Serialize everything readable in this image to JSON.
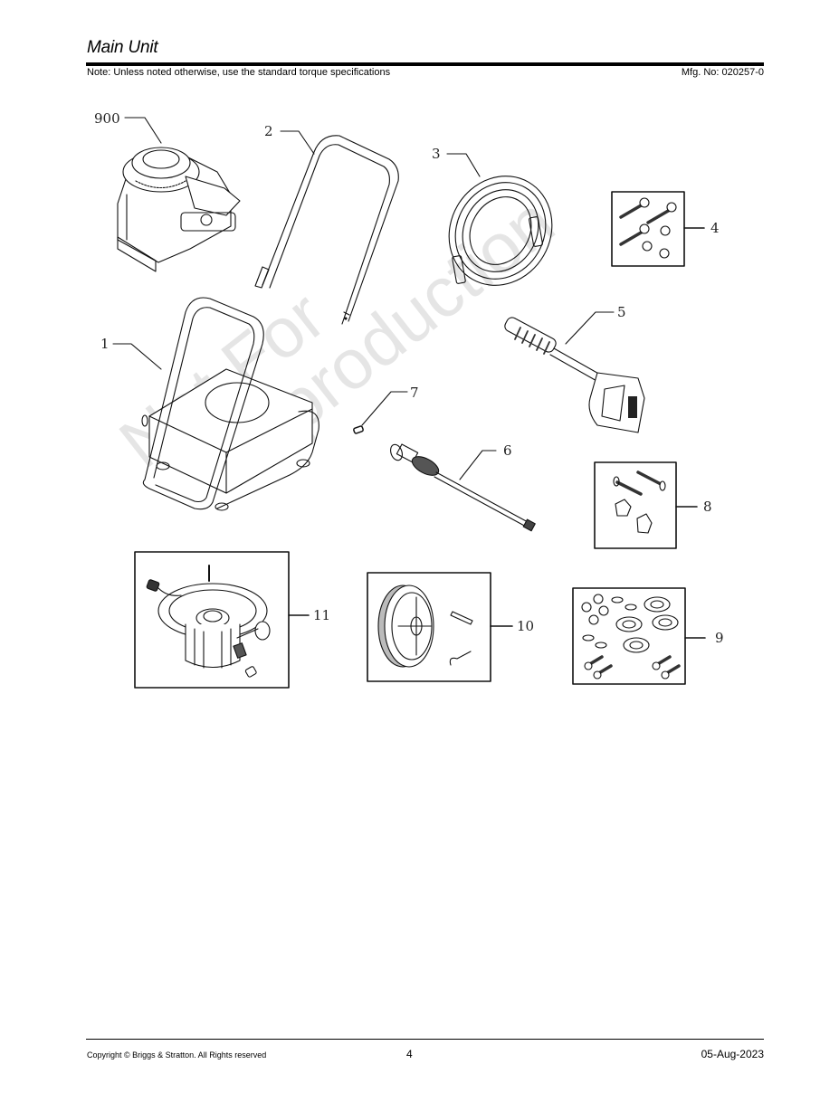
{
  "header": {
    "title": "Main Unit",
    "note": "Note: Unless noted otherwise, use the standard torque specifications",
    "mfg_number": "Mfg. No: 020257-0"
  },
  "diagram": {
    "watermark": [
      "Not For",
      "Reproduction"
    ],
    "callouts": [
      {
        "ref": "900",
        "part": "engine"
      },
      {
        "ref": "2",
        "part": "upper-handle"
      },
      {
        "ref": "3",
        "part": "high-pressure-hose"
      },
      {
        "ref": "4",
        "part": "handle-hardware-kit"
      },
      {
        "ref": "1",
        "part": "frame"
      },
      {
        "ref": "5",
        "part": "spray-gun"
      },
      {
        "ref": "7",
        "part": "nozzle"
      },
      {
        "ref": "6",
        "part": "spray-wand"
      },
      {
        "ref": "8",
        "part": "handle-knob-kit"
      },
      {
        "ref": "11",
        "part": "pump"
      },
      {
        "ref": "10",
        "part": "wheel-kit"
      },
      {
        "ref": "9",
        "part": "isolator-kit"
      }
    ]
  },
  "footer": {
    "copyright": "Copyright ©  Briggs & Stratton. All Rights reserved",
    "page_number": "4",
    "date": "05-Aug-2023"
  }
}
